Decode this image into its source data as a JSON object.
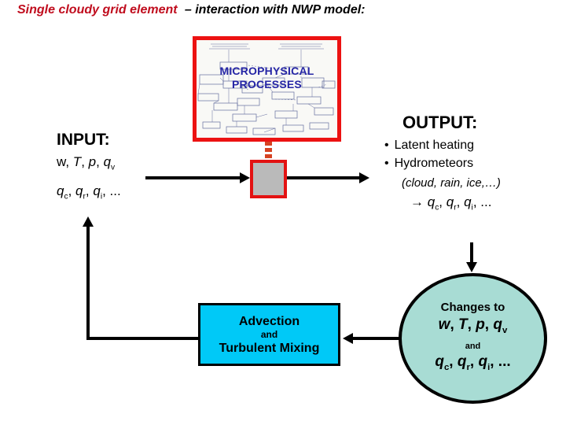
{
  "title": {
    "subject": "Single cloudy grid element",
    "rest": "– interaction with NWP model:"
  },
  "microphysics": {
    "caption_line1": "MICROPHYSICAL",
    "caption_line2": "PROCESSES"
  },
  "input": {
    "heading": "INPUT:",
    "state_vars_html": "w, <i>T</i>, <i>p</i>, <i>q</i><sub>v</sub>",
    "hydrometeor_vars_html": "<i>q</i><sub>c</sub>, <i>q</i><sub>r</sub>, <i>q</i><sub>i</sub>, ..."
  },
  "output": {
    "heading": "OUTPUT:",
    "bullets": [
      "Latent heating",
      "Hydrometeors"
    ],
    "note": "(cloud, rain, ice,…)",
    "result_html": "→ <i>q</i><sub>c</sub>, <i>q</i><sub>r</sub>, <i>q</i><sub>i</sub>, ..."
  },
  "advection_box": {
    "line1": "Advection",
    "line2": "and",
    "line3": "Turbulent Mixing"
  },
  "changes_ellipse": {
    "line1": "Changes to",
    "line2_html": "<i>w</i>, <i>T</i>, <i>p</i>, <i>q</i><sub>v</sub>",
    "line3": "and",
    "line4_html": "<i>q</i><sub>c</sub>, <i>q</i><sub>r</sub>, <i>q</i><sub>i</sub>, ..."
  },
  "colors": {
    "title_red": "#C00D1E",
    "image_border_red": "#EC1212",
    "dash_connector_red": "#D64222",
    "grid_square_fill": "#BABABA",
    "grid_square_border": "#E31212",
    "caption_blue": "#2525A5",
    "advection_fill_cyan": "#00C9F7",
    "ellipse_fill_teal": "#A8DCD4",
    "arrow_black": "#000000"
  }
}
